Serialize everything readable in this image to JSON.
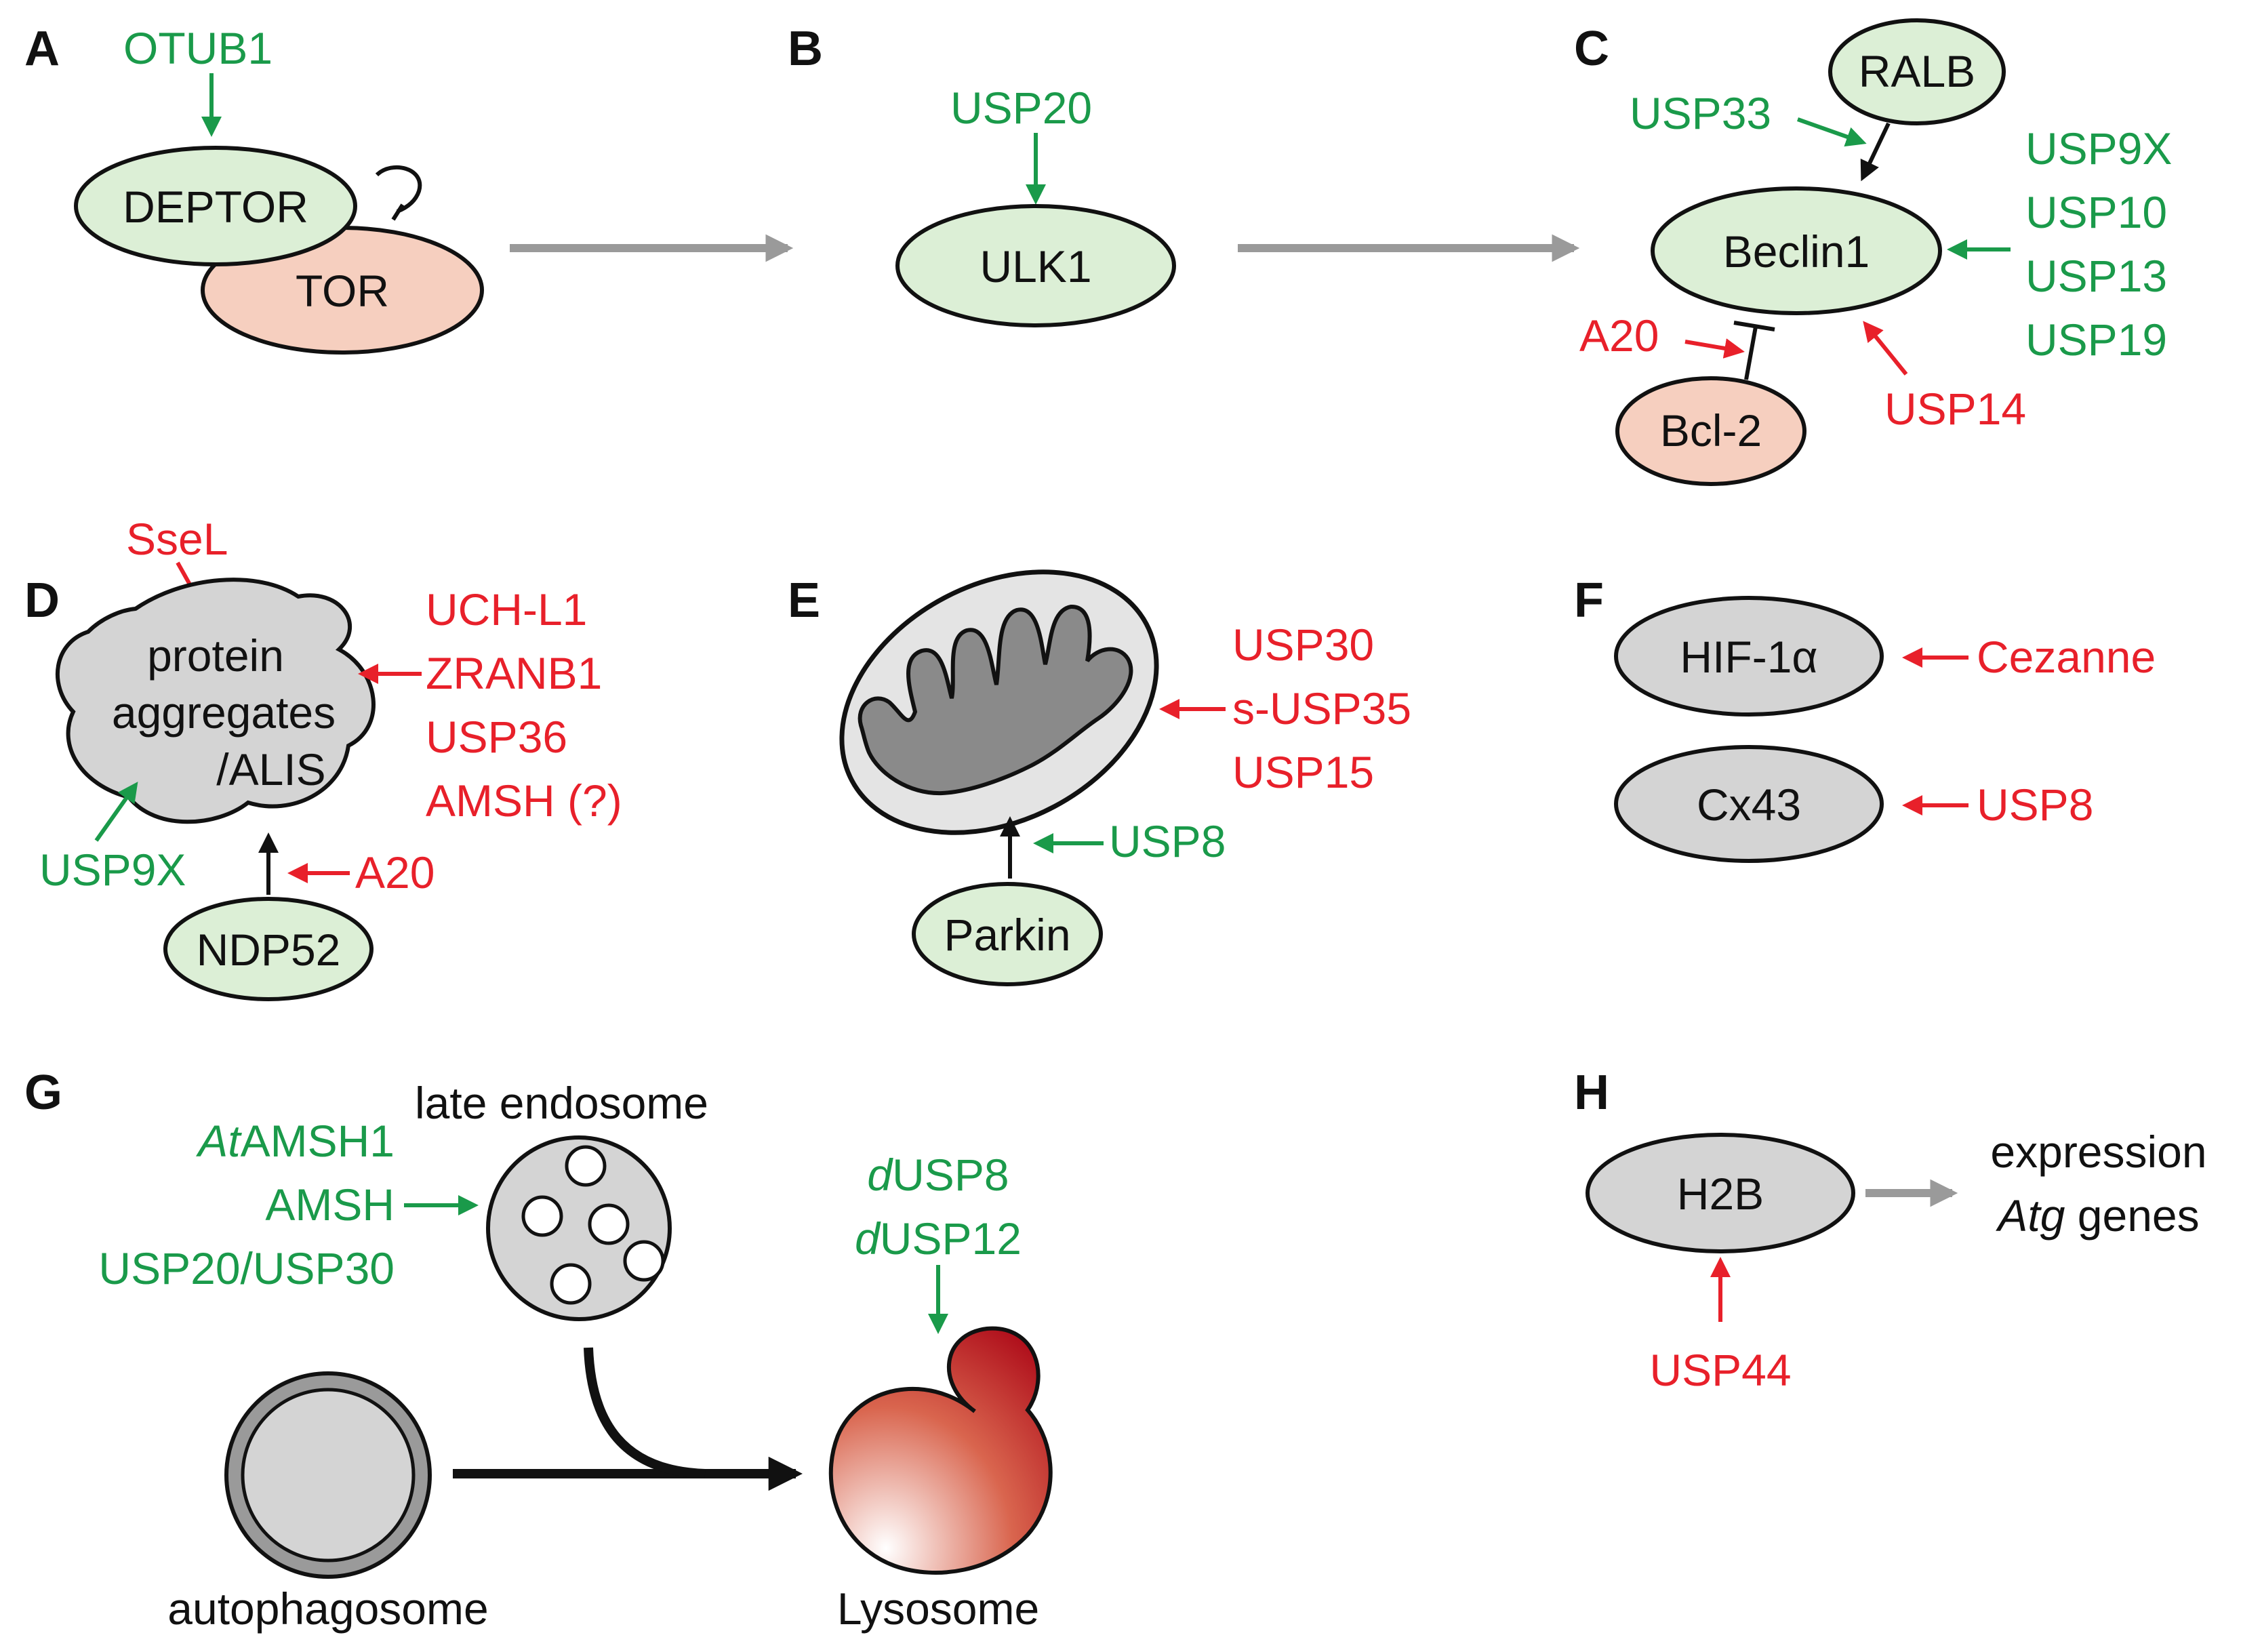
{
  "panels": {
    "A": "A",
    "B": "B",
    "C": "C",
    "D": "D",
    "E": "E",
    "F": "F",
    "G": "G",
    "H": "H"
  },
  "colors": {
    "green": "#1a9a4a",
    "red": "#e8202a",
    "node_green": "#dcefd6",
    "node_salmon": "#f6cfbf",
    "node_gray": "#d4d4d4",
    "arrow_gray": "#9a9a9a"
  },
  "panelA": {
    "regulator": "OTUB1",
    "node1": "DEPTOR",
    "node2": "TOR"
  },
  "panelB": {
    "regulator": "USP20",
    "node": "ULK1"
  },
  "panelC": {
    "top_node": "RALB",
    "center_node": "Beclin1",
    "bottom_node": "Bcl-2",
    "left_green": "USP33",
    "right_green": [
      "USP9X",
      "USP10",
      "USP13",
      "USP19"
    ],
    "left_red": "A20",
    "right_red": "USP14"
  },
  "panelD": {
    "top_red": "SseL",
    "aggregate": [
      "protein",
      "aggregates",
      "/ALIS"
    ],
    "right_red": [
      "UCH-L1",
      "ZRANB1",
      "USP36",
      "AMSH (?)"
    ],
    "left_green": "USP9X",
    "bottom_red": "A20",
    "bottom_node": "NDP52"
  },
  "panelE": {
    "right_red": [
      "USP30",
      "s-USP35",
      "USP15"
    ],
    "green": "USP8",
    "bottom_node": "Parkin"
  },
  "panelF": {
    "node1": "HIF-1α",
    "red1": "Cezanne",
    "node2": "Cx43",
    "red2": "USP8"
  },
  "panelG": {
    "endosome_label": "late endosome",
    "left_green_prefix": "At",
    "left_green_rest": "AMSH1",
    "left_green2": "AMSH",
    "left_green3": "USP20/USP30",
    "right_green1_prefix": "d",
    "right_green1_rest": "USP8",
    "right_green2_prefix": "d",
    "right_green2_rest": "USP12",
    "autophagosome_label": "autophagosome",
    "lysosome_label": "Lysosome"
  },
  "panelH": {
    "node": "H2B",
    "output_line1": "expression",
    "output_italic": "Atg",
    "output_rest": " genes",
    "red": "USP44"
  }
}
